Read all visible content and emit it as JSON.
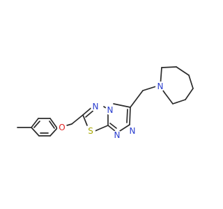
{
  "molecule": {
    "atoms": {
      "n_azepane": "N",
      "n_triazole_upper": "N",
      "n_triazole_lower1": "N",
      "n_triazole_lower2": "N",
      "n_thiadiazole": "N",
      "s_thiadiazole": "S",
      "o_ether": "O"
    },
    "colors": {
      "bond": "#2b2b2b",
      "nitrogen": "#2a3ecf",
      "oxygen": "#e02020",
      "sulfur": "#a8a800"
    }
  }
}
